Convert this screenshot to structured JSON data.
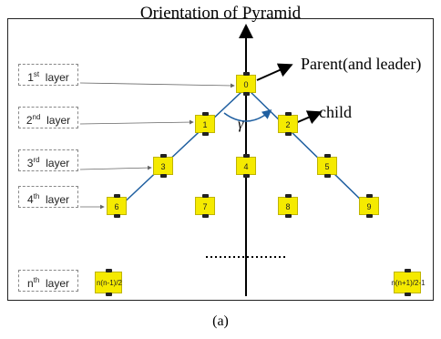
{
  "title": "Orientation of Pyramid",
  "annotations": {
    "parent": "Parent(and leader)",
    "child": "child",
    "angle": "γ"
  },
  "layers": [
    {
      "num": "1",
      "suffix": "st",
      "word": "layer"
    },
    {
      "num": "2",
      "suffix": "nd",
      "word": "layer"
    },
    {
      "num": "3",
      "suffix": "rd",
      "word": "layer"
    },
    {
      "num": "4",
      "suffix": "th",
      "word": "layer"
    },
    {
      "num": "n",
      "suffix": "th",
      "word": "layer"
    }
  ],
  "nodes": [
    "0",
    "1",
    "2",
    "3",
    "4",
    "5",
    "6",
    "7",
    "8",
    "9",
    "n(n-1)/2",
    "n(n+1)/2-1"
  ],
  "caption": "(a)",
  "colors": {
    "node": "#f5ea00",
    "edge": "#1f5fa0"
  }
}
